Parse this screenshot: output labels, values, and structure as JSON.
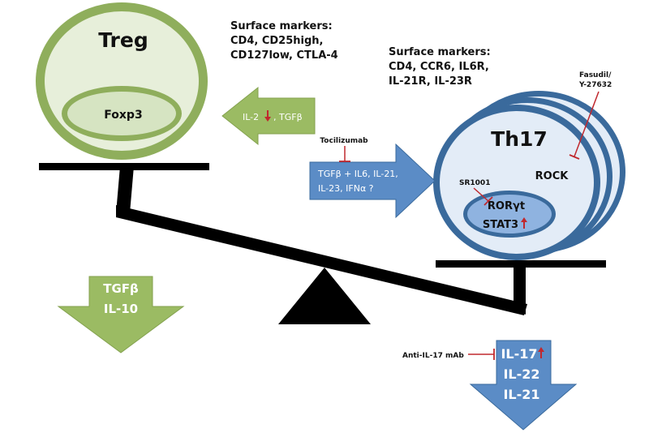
{
  "treg": {
    "title": "Treg",
    "nucleus_label": "Foxp3",
    "markers_heading": "Surface markers:",
    "markers_line1": "CD4, CD25high,",
    "markers_line2": "CD127low, CTLA-4"
  },
  "th17": {
    "title": "Th17",
    "markers_heading": "Surface markers:",
    "markers_line1": "CD4, CCR6, IL6R,",
    "markers_line2": "IL-21R, IL-23R",
    "rock_label": "ROCK",
    "rorgt_label": "RORγt",
    "stat3_label": "STAT3",
    "fasudil_line1": "Fasudil/",
    "fasudil_line2": "Y-27632",
    "sr1001_label": "SR1001"
  },
  "arrows": {
    "il2_label": "IL-2",
    "tgfb_label": ", TGFβ",
    "tocilizumab_label": "Tocilizumab",
    "th17_inducers_line1": "TGFβ + IL6, IL-21,",
    "th17_inducers_line2": "IL-23, IFNα ?",
    "treg_output_line1": "TGFβ",
    "treg_output_line2": "IL-10",
    "th17_output_line1": "IL-17",
    "th17_output_line2": "IL-22",
    "th17_output_line3": "IL-21",
    "anti_il17_label": "Anti-IL-17 mAb"
  },
  "colors": {
    "treg_green": "#8fae5c",
    "treg_green_light": "#e7efda",
    "th17_blue_dark": "#3a6a9c",
    "th17_blue": "#5b8cc6",
    "th17_blue_light": "#e3ecf7",
    "inhibitor_red": "#c0282e",
    "balance_black": "#000000"
  },
  "icons": {
    "up_arrow": "red-up-arrow-icon",
    "down_arrow": "red-down-arrow-icon",
    "inhibition": "t-bar-inhibition-icon"
  }
}
